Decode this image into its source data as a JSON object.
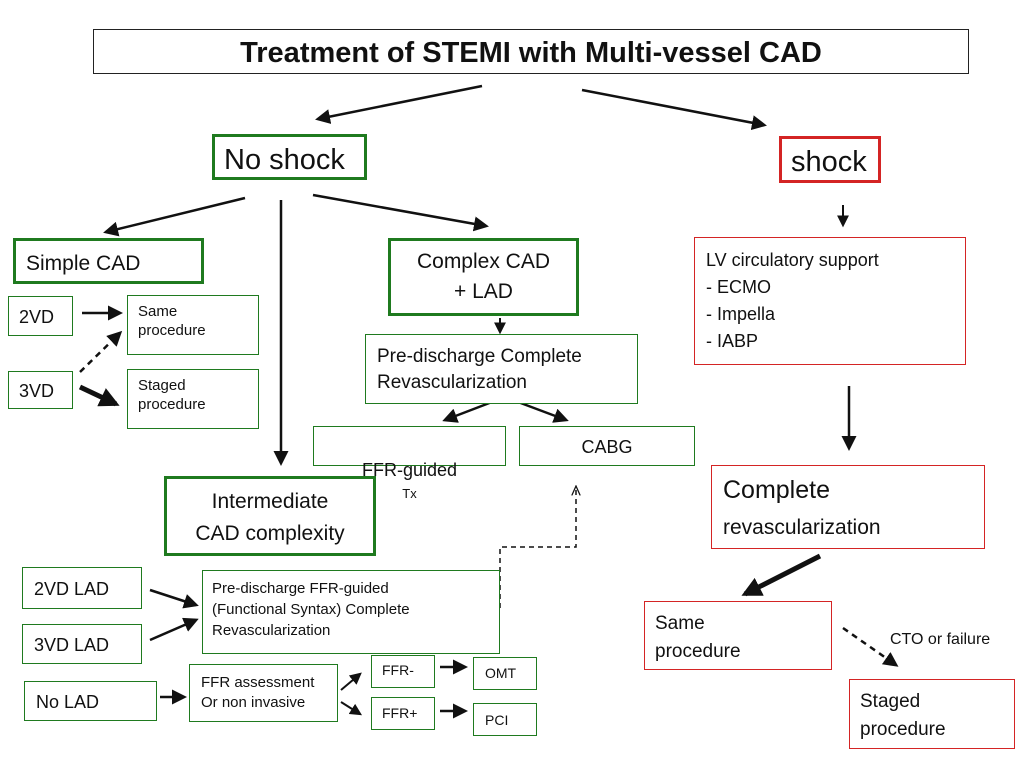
{
  "title": "Treatment of STEMI with Multi-vessel CAD",
  "nodes": {
    "no_shock": "No shock",
    "shock": "shock",
    "simple_cad": "Simple CAD",
    "complex_cad": "Complex CAD\n+ LAD",
    "two_vd": "2VD",
    "three_vd": "3VD",
    "same_procedure_small": "Same\n procedure",
    "staged_procedure_small": "Staged\n procedure",
    "pre_discharge_complete": "Pre-discharge Complete\nRevascularization",
    "ffr_guided": "FFR-guided",
    "ffr_guided_sub": "Tx",
    "cabg": "CABG",
    "intermediate": "Intermediate\nCAD complexity",
    "two_vd_lad": "2VD LAD",
    "three_vd_lad": "3VD LAD",
    "no_lad": "No LAD",
    "pre_discharge_ffr": "Pre-discharge FFR-guided\n(Functional Syntax) Complete\nRevascularization",
    "ffr_assessment": "FFR assessment\nOr non invasive",
    "ffr_minus": "FFR-",
    "ffr_plus": "FFR+",
    "omt": "OMT",
    "pci": "PCI",
    "lv_support": "LV circulatory support\n- ECMO\n- Impella\n- IABP",
    "complete_revasc_line1": "Complete",
    "complete_revasc_line2": "revascularization",
    "same_procedure_shock": "Same\n procedure",
    "staged_procedure_shock": "Staged\nprocedure"
  },
  "edge_labels": {
    "cto_or_failure": "CTO or failure"
  },
  "colors": {
    "green": "#1f7a1f",
    "red": "#d42424",
    "black": "#111111"
  }
}
